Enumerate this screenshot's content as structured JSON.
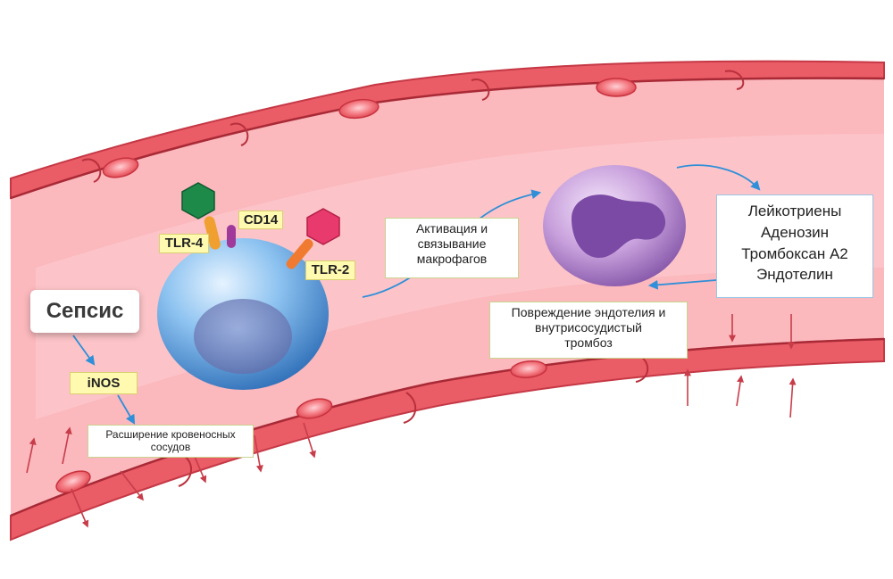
{
  "sepsis_label": "Сепсис",
  "inos_label": "iNOS",
  "vasodilation_label": [
    "Расширение кровеносных",
    "сосудов"
  ],
  "receptors": {
    "cd14": "CD14",
    "tlr4": "TLR-4",
    "tlr2": "TLR-2"
  },
  "macrophage_activation_label": [
    "Активация и",
    "связывание",
    "макрофагов"
  ],
  "mediators": [
    "Лейкотриены",
    "Аденозин",
    "Тромбоксан A2",
    "Эндотелин"
  ],
  "endothelium_damage_label": [
    "Повреждение эндотелия и",
    "внутрисосудистый",
    "тромбоз"
  ],
  "colors": {
    "vessel_lumen": "#f9b5ba",
    "vessel_wall": "#e24a57",
    "endothelial_cell": "#f4656d",
    "macrophage": "#5a9ee0",
    "neutrophil": "#a775bf",
    "arrow_blue": "#2f8fd8",
    "arrow_red": "#c73d4a",
    "hexagon_green": "#1e8a4a",
    "hexagon_pink": "#e83a6c",
    "receptor_orange": "#f0a030",
    "receptor_purple": "#a03a9a",
    "label_yellow": "#fffab0"
  }
}
